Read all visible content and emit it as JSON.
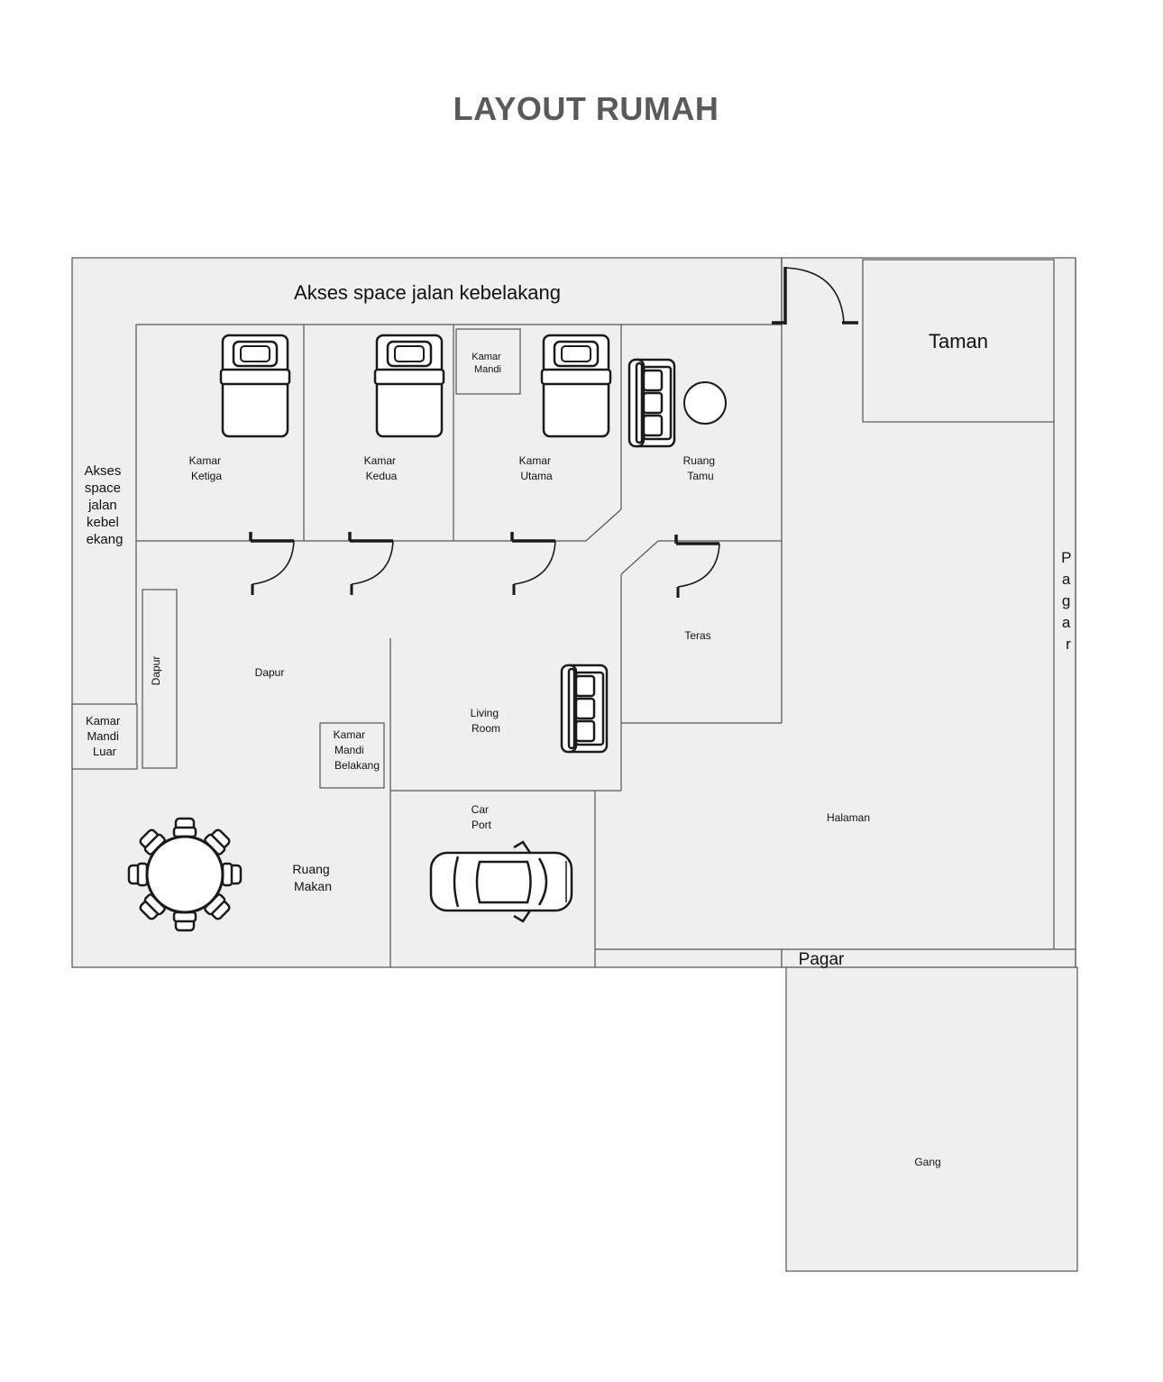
{
  "title": "LAYOUT RUMAH",
  "labels": {
    "akses_top": "Akses space jalan kebelakang",
    "akses_side": [
      "Akses",
      "space",
      "jalan",
      "kebel",
      "ekang"
    ],
    "taman": "Taman",
    "kamar_mandi_utama": [
      "Kamar",
      "Mandi"
    ],
    "kamar_ketiga": [
      "Kamar",
      "Ketiga"
    ],
    "kamar_kedua": [
      "Kamar",
      "Kedua"
    ],
    "kamar_utama": [
      "Kamar",
      "Utama"
    ],
    "ruang_tamu": [
      "Ruang",
      "Tamu"
    ],
    "teras": "Teras",
    "dapur_counter": "Dapur",
    "dapur": "Dapur",
    "kamar_mandi_luar": [
      "Kamar",
      "Mandi",
      "Luar"
    ],
    "kamar_mandi_belakang": [
      "Kamar",
      "Mandi",
      "Belakang"
    ],
    "living_room": [
      "Living",
      "Room"
    ],
    "car_port": [
      "Car",
      "Port"
    ],
    "halaman": "Halaman",
    "ruang_makan": [
      "Ruang",
      "Makan"
    ],
    "pagar_side": [
      "P",
      "a",
      "g",
      "a",
      "r"
    ],
    "pagar_bottom": "Pagar",
    "gang": "Gang"
  },
  "colors": {
    "floor": "#efefef",
    "wall": "#555555",
    "furniture": "#1a1a1a",
    "title": "#5a5a5a"
  },
  "furniture": [
    "bed-icon",
    "bed-icon",
    "bed-icon",
    "sofa-icon",
    "round-table-icon",
    "sofa-icon",
    "car-icon",
    "dining-table-icon"
  ]
}
